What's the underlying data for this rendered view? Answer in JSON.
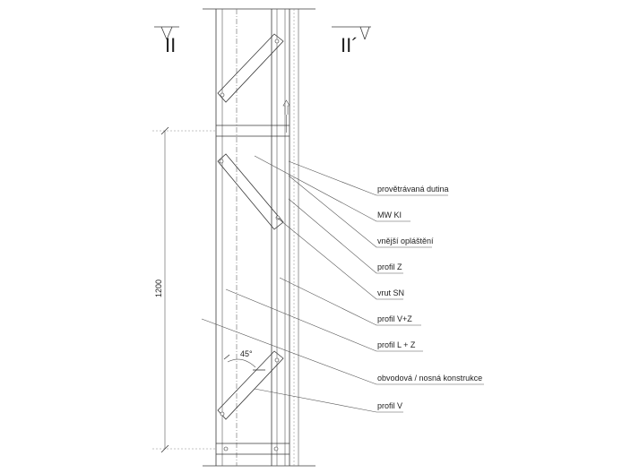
{
  "section_marks": {
    "left": "II",
    "right": "II´"
  },
  "dimension": {
    "value": "1200",
    "angle": "45°"
  },
  "labels": [
    "provětrávaná dutina",
    "MW KI",
    "vnější opláštění",
    "profil Z",
    "vrut SN",
    "profil V+Z",
    "profil L + Z",
    "obvodová / nosná konstrukce",
    "profil V"
  ]
}
